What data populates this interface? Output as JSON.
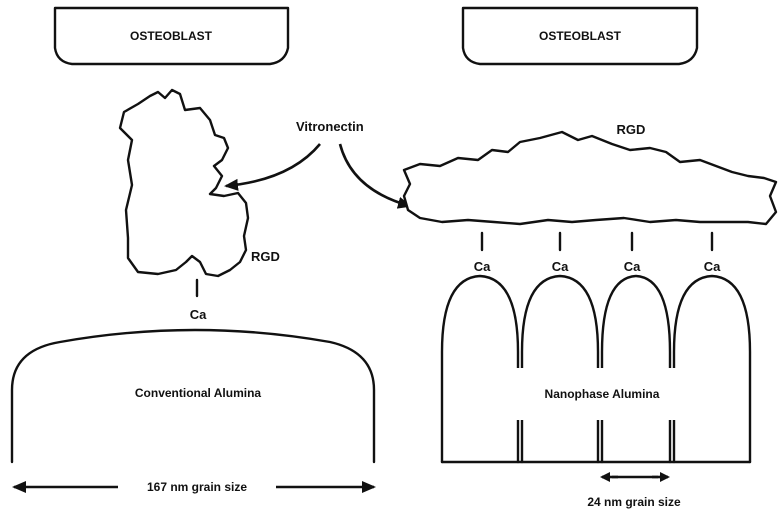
{
  "labels": {
    "osteoblast_left": "OSTEOBLAST",
    "osteoblast_right": "OSTEOBLAST",
    "vitronectin": "Vitronectin",
    "rgd_left": "RGD",
    "rgd_right": "RGD",
    "ca_left": "Ca",
    "ca_right": [
      "Ca",
      "Ca",
      "Ca",
      "Ca"
    ],
    "conventional_alumina": "Conventional Alumina",
    "nanophase_alumina": "Nanophase Alumina",
    "grain_left": "167 nm grain size",
    "grain_right": "24 nm grain size"
  },
  "colors": {
    "ink": "#111111",
    "background": "#ffffff"
  }
}
